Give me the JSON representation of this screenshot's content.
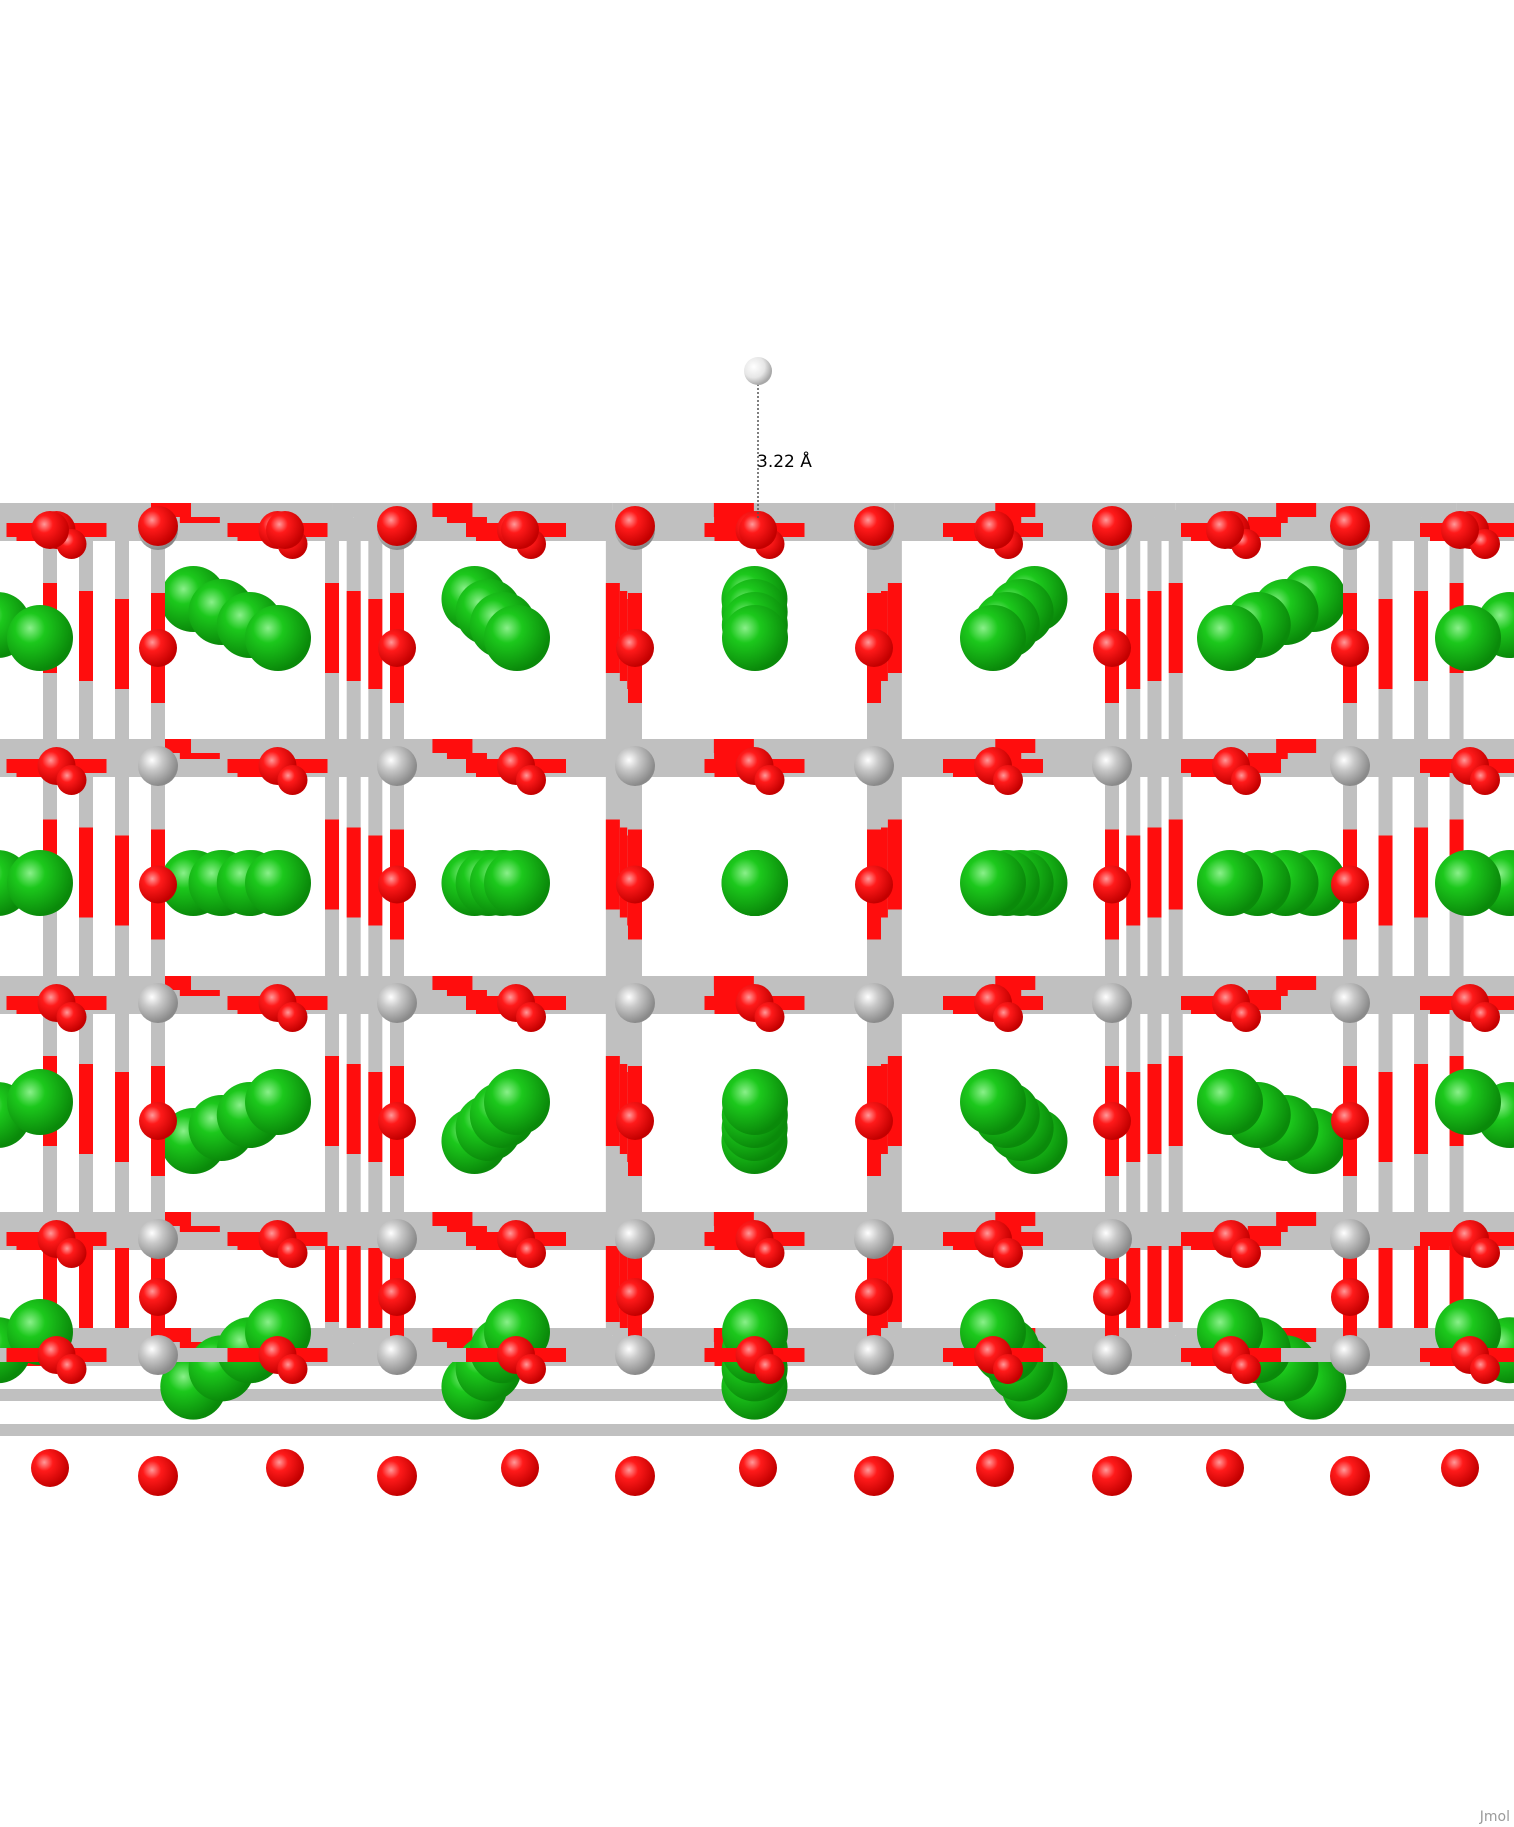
{
  "app": {
    "watermark": "Jmol"
  },
  "measurement": {
    "label": "3.22 Å"
  },
  "colors": {
    "background": "#ffffff",
    "oxygen": "#ff0d0d",
    "metal": "#c0c0c0",
    "chlorine": "#1fd01f",
    "hydrogen": "#f0f0f0",
    "measure_line": "#555555",
    "label_text": "#000000"
  },
  "structure": {
    "description_elements": [
      "metal",
      "oxygen",
      "chlorine",
      "hydrogen"
    ],
    "layers": 4,
    "columns": 7
  }
}
